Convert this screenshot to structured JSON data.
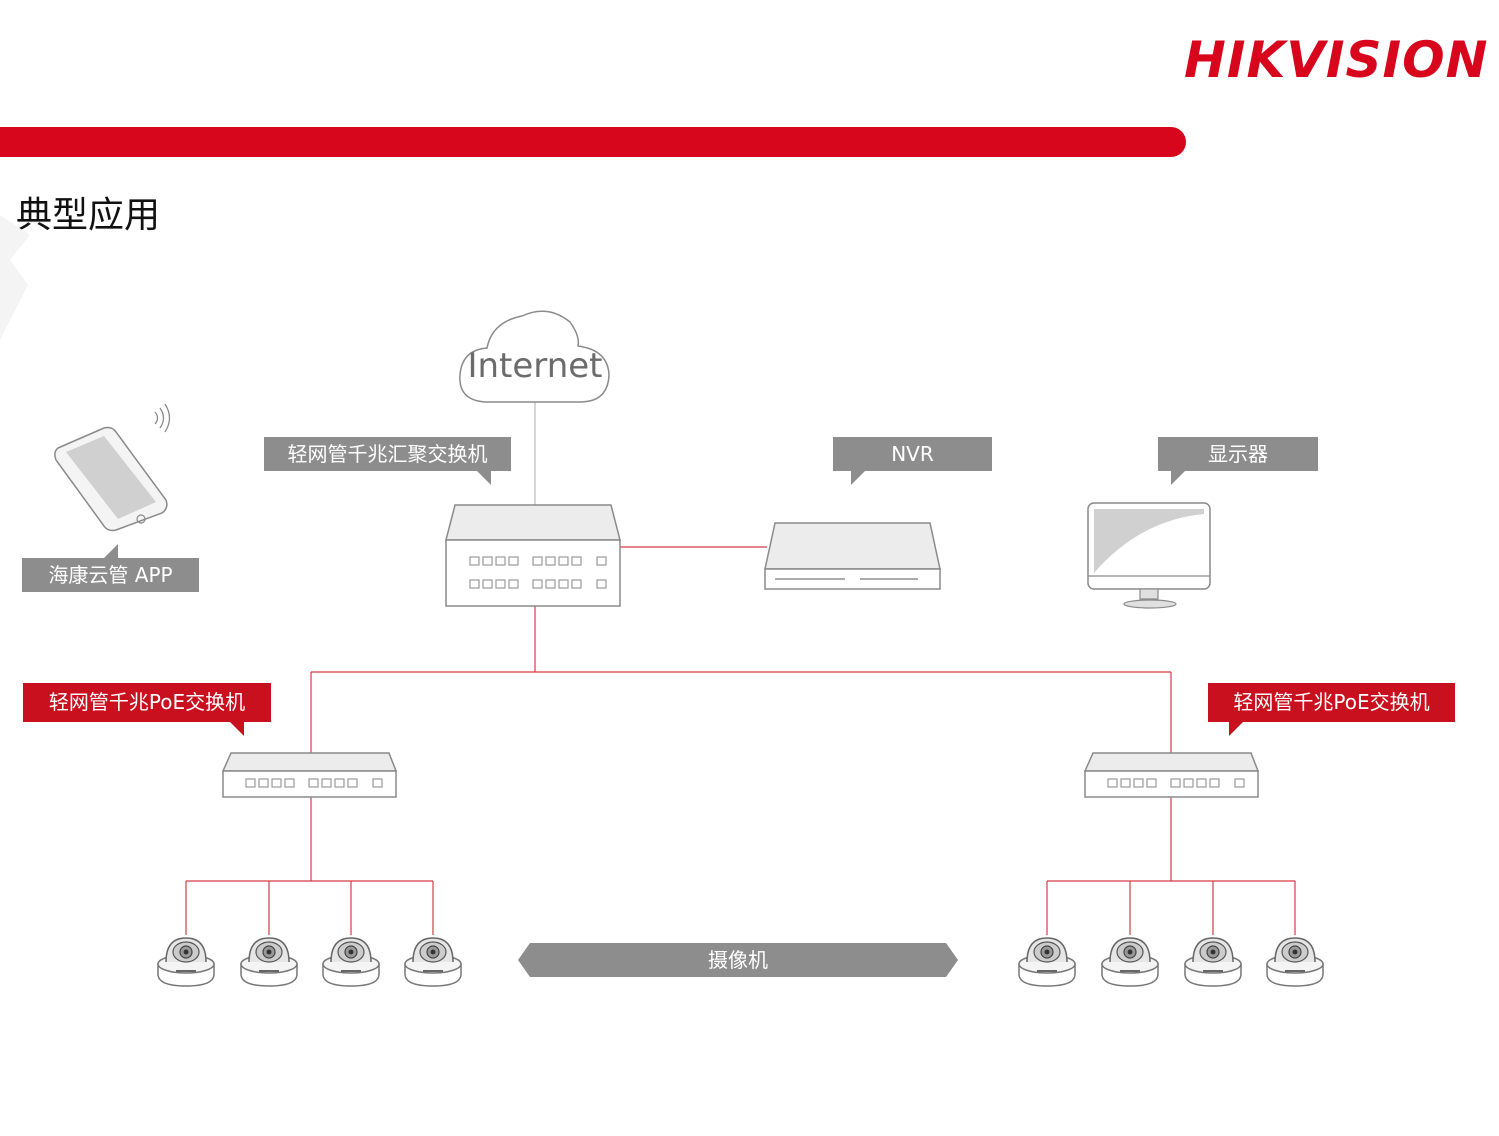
{
  "header": {
    "logo_text": "HIKVISION",
    "logo_mark": "®",
    "title": "典型应用"
  },
  "colors": {
    "brand_red": "#d7061c",
    "callout_red": "#c8101e",
    "callout_gray": "#8d8d8d",
    "line_red": "#d23c46",
    "device_stroke": "#8a8a8a"
  },
  "diagram": {
    "internet_label": "Internet",
    "aggregation_switch_label": "轻网管千兆汇聚交换机",
    "nvr_label": "NVR",
    "monitor_label": "显示器",
    "app_label": "海康云管 APP",
    "poe_switch_left_label": "轻网管千兆PoE交换机",
    "poe_switch_right_label": "轻网管千兆PoE交换机",
    "camera_label": "摄像机",
    "icons": [
      "cloud-icon",
      "smartphone-icon",
      "wifi-signal-icon",
      "switch-icon",
      "nvr-icon",
      "monitor-icon",
      "dome-camera-icon"
    ]
  }
}
